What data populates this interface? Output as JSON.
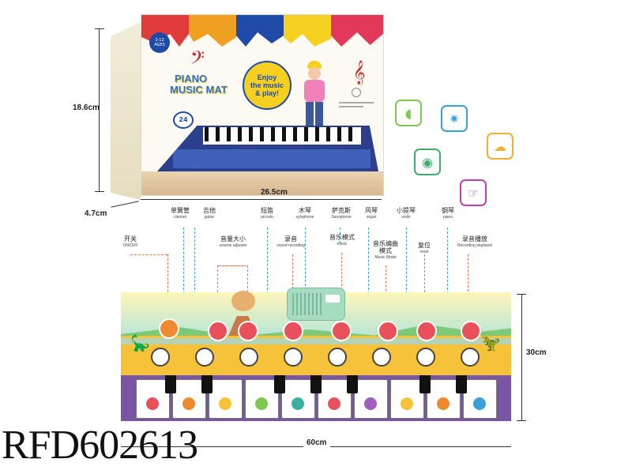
{
  "product_code": "RFD602613",
  "box": {
    "height_label": "18.6cm",
    "width_label": "26.5cm",
    "depth_label": "4.7cm",
    "title_line1": "PIANO",
    "title_line2": "MUSIC MAT",
    "bubble_line1": "Enjoy",
    "bubble_line2": "the music",
    "bubble_line3": "& play!",
    "age_badge": "3-12 AGES",
    "keys_badge": "24"
  },
  "mat": {
    "height_label": "30cm",
    "width_label": "60cm"
  },
  "labels": [
    {
      "cn": "开关",
      "en": "ON/OFF",
      "color": "#e8744f"
    },
    {
      "cn": "单簧管",
      "en": "clarinet",
      "color": "#3aa0d8"
    },
    {
      "cn": "吉他",
      "en": "guitar",
      "color": "#3aa0d8"
    },
    {
      "cn": "音量大小",
      "en": "volume adjuster",
      "color": "#e8744f"
    },
    {
      "cn": "短笛",
      "en": "piccolo",
      "color": "#3aa0d8"
    },
    {
      "cn": "录音",
      "en": "sound recording",
      "color": "#e8744f"
    },
    {
      "cn": "木琴",
      "en": "xylophone",
      "color": "#3aa0d8"
    },
    {
      "cn": "音乐模式",
      "en": "music",
      "color": "#e8744f"
    },
    {
      "cn": "萨克斯",
      "en": "Saxophone",
      "color": "#3aa0d8"
    },
    {
      "cn": "音乐编曲模式",
      "en": "Music Mode",
      "color": "#e8744f"
    },
    {
      "cn": "风琴",
      "en": "organ",
      "color": "#3aa0d8"
    },
    {
      "cn": "小提琴",
      "en": "violin",
      "color": "#3aa0d8"
    },
    {
      "cn": "复位",
      "en": "reset",
      "color": "#e8744f"
    },
    {
      "cn": "钢琴",
      "en": "piano",
      "color": "#3aa0d8"
    },
    {
      "cn": "录音播放",
      "en": "Recording playback",
      "color": "#e8744f"
    }
  ],
  "feature_icons": [
    {
      "name": "ear-icon",
      "glyph": "👂",
      "color": "#7ec850"
    },
    {
      "name": "sparkle-icon",
      "glyph": "✷",
      "color": "#3aa0d8"
    },
    {
      "name": "brain-icon",
      "glyph": "☁",
      "color": "#f0b030"
    },
    {
      "name": "eye-icon",
      "glyph": "◉",
      "color": "#3cb068"
    },
    {
      "name": "hand-icon",
      "glyph": "☞",
      "color": "#c040b0"
    }
  ]
}
